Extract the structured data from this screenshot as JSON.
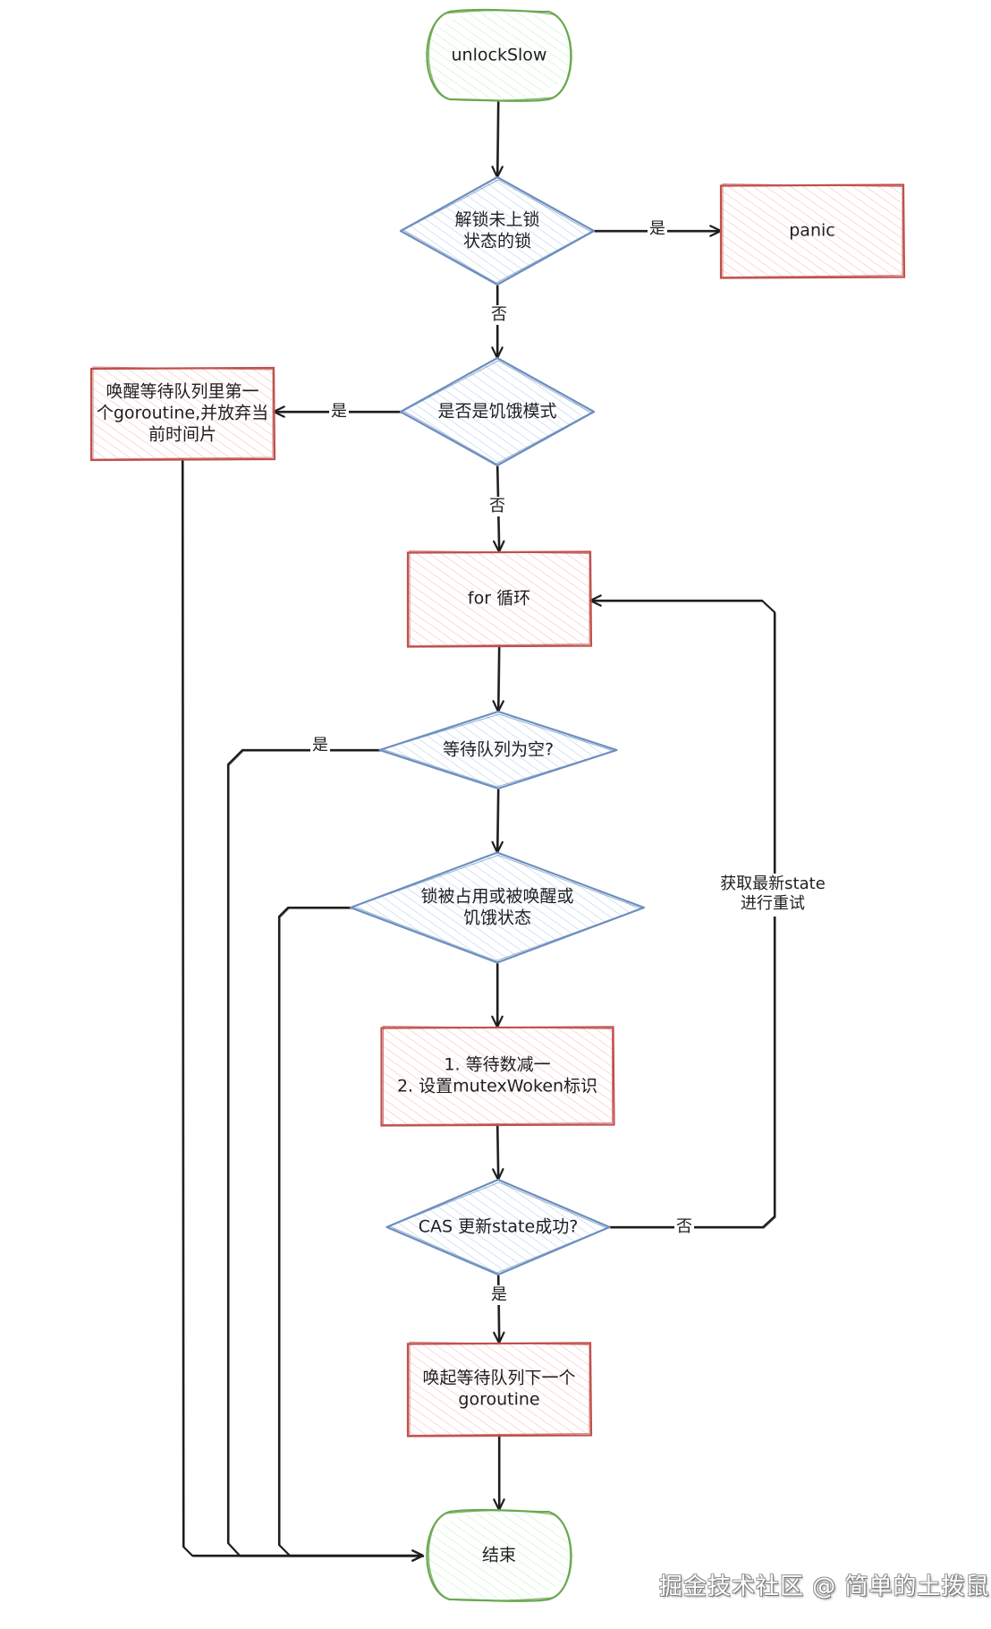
{
  "diagram": {
    "title": "unlockSlow flowchart",
    "colors": {
      "terminal_stroke": "#6aa84f",
      "terminal_fill": "#b2f2bb",
      "process_stroke": "#c0504d",
      "process_fill": "#ffc9c9",
      "decision_stroke": "#6c8ebf",
      "decision_fill": "#a5d8ff",
      "edge": "#1e1e1e"
    },
    "nodes": {
      "start": {
        "type": "terminal",
        "lines": [
          "unlockSlow"
        ]
      },
      "check_unlocked": {
        "type": "decision",
        "lines": [
          "解锁未上锁",
          "状态的锁"
        ]
      },
      "panic": {
        "type": "process",
        "lines": [
          "panic"
        ]
      },
      "check_starving": {
        "type": "decision",
        "lines": [
          "是否是饥饿模式"
        ]
      },
      "handoff": {
        "type": "process",
        "lines": [
          "唤醒等待队列里第一",
          "个goroutine,并放弃当",
          "前时间片"
        ]
      },
      "for_loop": {
        "type": "process",
        "lines": [
          "for 循环"
        ]
      },
      "queue_empty": {
        "type": "decision",
        "lines": [
          "等待队列为空?"
        ]
      },
      "locked_or_woken": {
        "type": "decision",
        "lines": [
          "锁被占用或被唤醒或",
          "饥饿状态"
        ]
      },
      "dec_waiters": {
        "type": "process",
        "lines": [
          "1. 等待数减一",
          "2. 设置mutexWoken标识"
        ]
      },
      "cas_state": {
        "type": "decision",
        "lines": [
          "CAS 更新state成功?"
        ]
      },
      "wake_next": {
        "type": "process",
        "lines": [
          "唤起等待队列下一个",
          "goroutine"
        ]
      },
      "end": {
        "type": "terminal",
        "lines": [
          "结束"
        ]
      }
    },
    "edges": [
      {
        "from": "start",
        "to": "check_unlocked",
        "label": ""
      },
      {
        "from": "check_unlocked",
        "to": "panic",
        "label": "是"
      },
      {
        "from": "check_unlocked",
        "to": "check_starving",
        "label": "否"
      },
      {
        "from": "check_starving",
        "to": "handoff",
        "label": "是"
      },
      {
        "from": "check_starving",
        "to": "for_loop",
        "label": "否"
      },
      {
        "from": "for_loop",
        "to": "queue_empty",
        "label": ""
      },
      {
        "from": "queue_empty",
        "to": "end",
        "label": "是"
      },
      {
        "from": "queue_empty",
        "to": "locked_or_woken",
        "label": ""
      },
      {
        "from": "locked_or_woken",
        "to": "end",
        "label": ""
      },
      {
        "from": "locked_or_woken",
        "to": "dec_waiters",
        "label": ""
      },
      {
        "from": "dec_waiters",
        "to": "cas_state",
        "label": ""
      },
      {
        "from": "cas_state",
        "to": "for_loop",
        "label": "否"
      },
      {
        "from": "cas_state",
        "to": "wake_next",
        "label": "是"
      },
      {
        "from": "wake_next",
        "to": "end",
        "label": ""
      },
      {
        "from": "handoff",
        "to": "end",
        "label": ""
      }
    ],
    "annotations": {
      "retry_label": [
        "获取最新state",
        "进行重试"
      ]
    }
  },
  "watermark": "掘金技术社区 @ 简单的土拨鼠"
}
